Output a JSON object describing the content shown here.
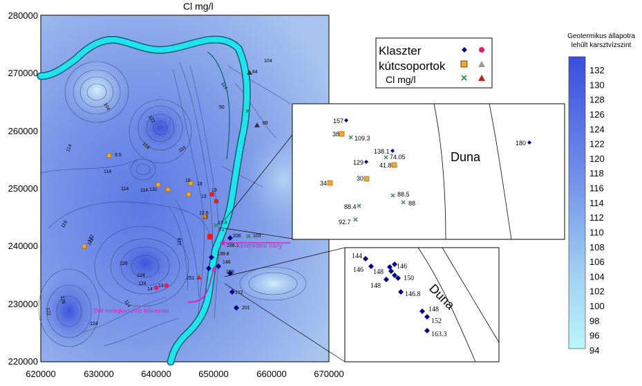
{
  "title": "Cl mg/l",
  "axes": {
    "y_ticks": [
      "280000",
      "270000",
      "260000",
      "250000",
      "240000",
      "230000",
      "220000"
    ],
    "x_ticks": [
      "620000",
      "630000",
      "640000",
      "650000",
      "660000",
      "670000"
    ]
  },
  "legend": {
    "title_line1": "Klaszter",
    "title_line2": "kútcsoportok",
    "cl_label": "Cl mg/l"
  },
  "colorbar": {
    "title_line1": "Geotermikus állapotra",
    "title_line2": "lehűlt karsztvízszint",
    "labels": [
      "132",
      "130",
      "128",
      "126",
      "124",
      "122",
      "120",
      "118",
      "116",
      "114",
      "112",
      "110",
      "108",
      "106",
      "104",
      "102",
      "100",
      "98",
      "96",
      "94"
    ]
  },
  "annotations": {
    "mixing": "keveredési irány",
    "upwelling": "Déli melegkarsztvíz feláramlás",
    "river": "Duna"
  },
  "contour_labels": [
    "104",
    "122",
    "118",
    "114",
    "114",
    "116",
    "119",
    "126",
    "122",
    "124",
    "128",
    "124",
    "114",
    "84",
    "104",
    "122",
    "118",
    "114",
    "124"
  ],
  "map_points": [
    "8.5",
    "114",
    "131",
    "19",
    "18",
    "13",
    "13",
    "13",
    "12.5",
    "17.8",
    "72",
    "206",
    "103",
    "196.1",
    "139.8",
    "146",
    "159",
    "172",
    "201",
    "251",
    "14",
    "13",
    "50",
    "88",
    "122",
    "114"
  ],
  "inset1_points": [
    "157",
    "38",
    "109.3",
    "138.1",
    "129",
    "74.05",
    "41.8",
    "30",
    "34",
    "88.5",
    "88.4",
    "88",
    "92.7",
    "180"
  ],
  "inset2_points": [
    "144",
    "146",
    "148",
    "146",
    "150",
    "148",
    "146.8",
    "148",
    "152",
    "163.3"
  ],
  "colors": {
    "water": "#1fe3ee",
    "diamond": "#00008b",
    "square": "#f5a623",
    "cross": "#2e8b57",
    "triangle_red": "#e02020",
    "triangle_dark": "#333333",
    "circle": "#e0206a",
    "annotation": "#e020c0"
  }
}
